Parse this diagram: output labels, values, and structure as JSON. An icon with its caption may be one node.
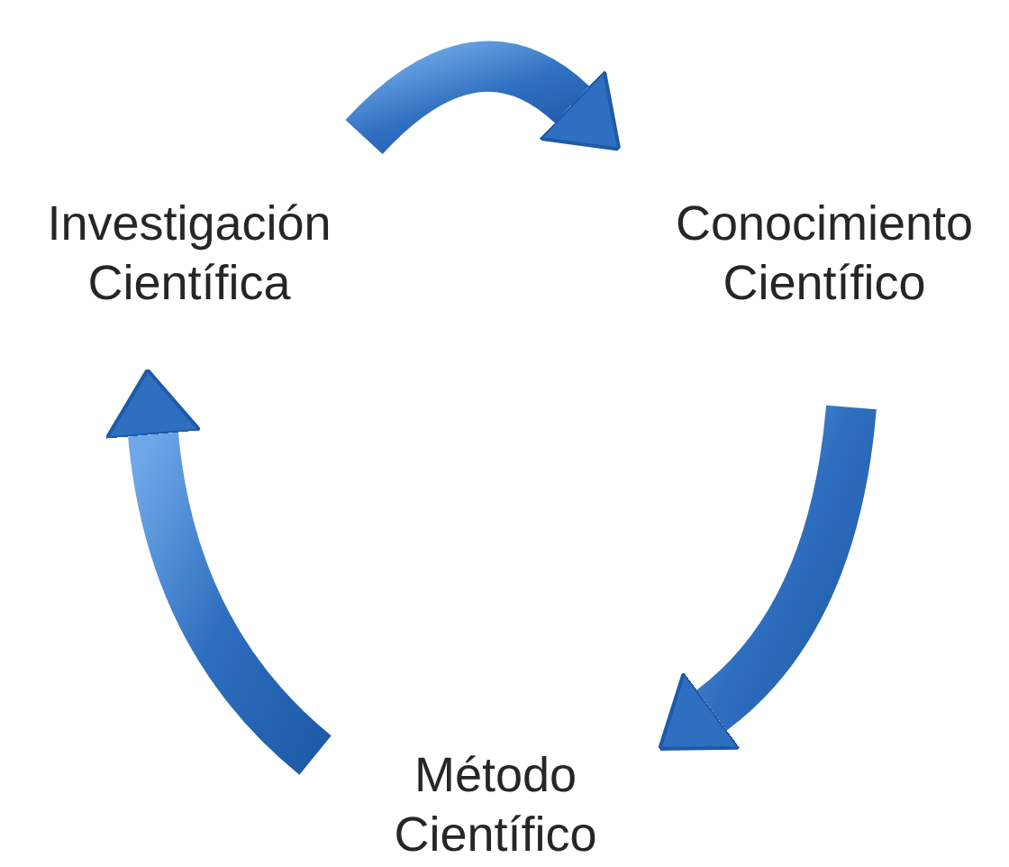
{
  "diagram": {
    "nodes": [
      {
        "text": [
          "Investigación Científica"
        ]
      },
      {
        "text": [
          "Conocimiento Científico"
        ]
      },
      {
        "text": [
          "Método Científico"
        ]
      }
    ],
    "edges": [
      {
        "from": 0,
        "to": 1,
        "arrow": "to"
      },
      {
        "from": 1,
        "to": 2,
        "arrow": "to"
      },
      {
        "from": 2,
        "to": 0,
        "arrow": "to"
      }
    ]
  }
}
